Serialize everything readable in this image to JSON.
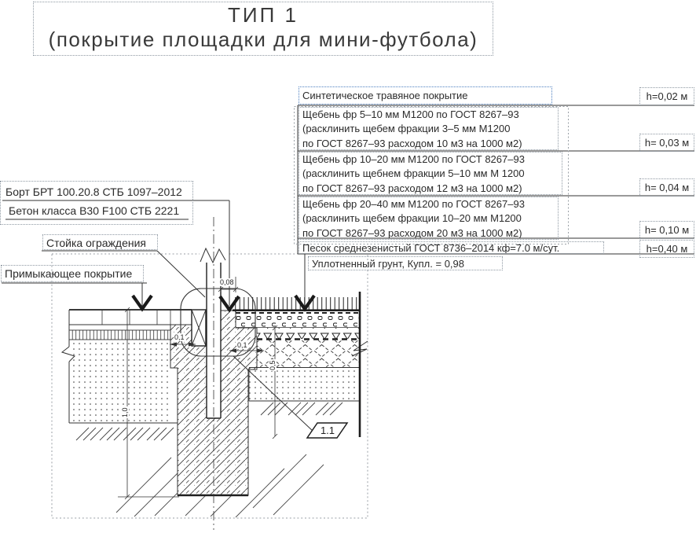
{
  "title": {
    "line1": "ТИП 1",
    "line2": "(покрытие площадки для мини-футбола)"
  },
  "layer_annotations": [
    {
      "lines": [
        "Синтетическое травяное покрытие"
      ],
      "thickness": "h=0,02 м"
    },
    {
      "lines": [
        "Щебень фр 5–10 мм М1200 по ГОСТ 8267–93",
        "(расклинить щебем фракции 3–5 мм М1200",
        "по ГОСТ 8267–93 расходом 10 м3 на 1000 м2)"
      ],
      "thickness": "h= 0,03 м"
    },
    {
      "lines": [
        "Щебень фр 10–20 мм М1200 по ГОСТ 8267–93",
        "(расклинить щебнем фракции 5–10 мм М 1200",
        "по ГОСТ 8267–93 расходом 12 м3 на 1000 м2)"
      ],
      "thickness": "h= 0,04 м"
    },
    {
      "lines": [
        "Щебень фр 20–40 мм М1200 по ГОСТ 8267–93",
        "(расклинить щебем фракции 10–20 мм М1200",
        "по ГОСТ 8267–93 расходом 20 м3 на 1000 м2)"
      ],
      "thickness": "h= 0,10 м"
    },
    {
      "lines": [
        "Песок среднезенистый ГОСТ 8736–2014 кф=7.0 м/сут."
      ],
      "thickness": "h=0,40 м"
    },
    {
      "lines": [
        "Уплотненный грунт, Купл. = 0,98"
      ],
      "thickness": ""
    }
  ],
  "callout_labels": {
    "kerb": "Борт БРТ 100.20.8 СТБ 1097–2012",
    "concrete": "Бетон класса В30 F100 СТБ 2221",
    "fence_post": "Стойка ограждения",
    "adjacent_surface": "Примыкающее покрытие"
  },
  "dimensions": {
    "post_edge": "0,08",
    "kerb_width": "0,1",
    "foundation_offset": "0,1",
    "base_depth": "0,5",
    "foundation_depth": "1,0"
  },
  "detail_marker": "1.1",
  "colors": {
    "line": "#2b2b2b",
    "selection_box": "#8f99a3",
    "selection_box_accent": "#4d7fc0"
  }
}
